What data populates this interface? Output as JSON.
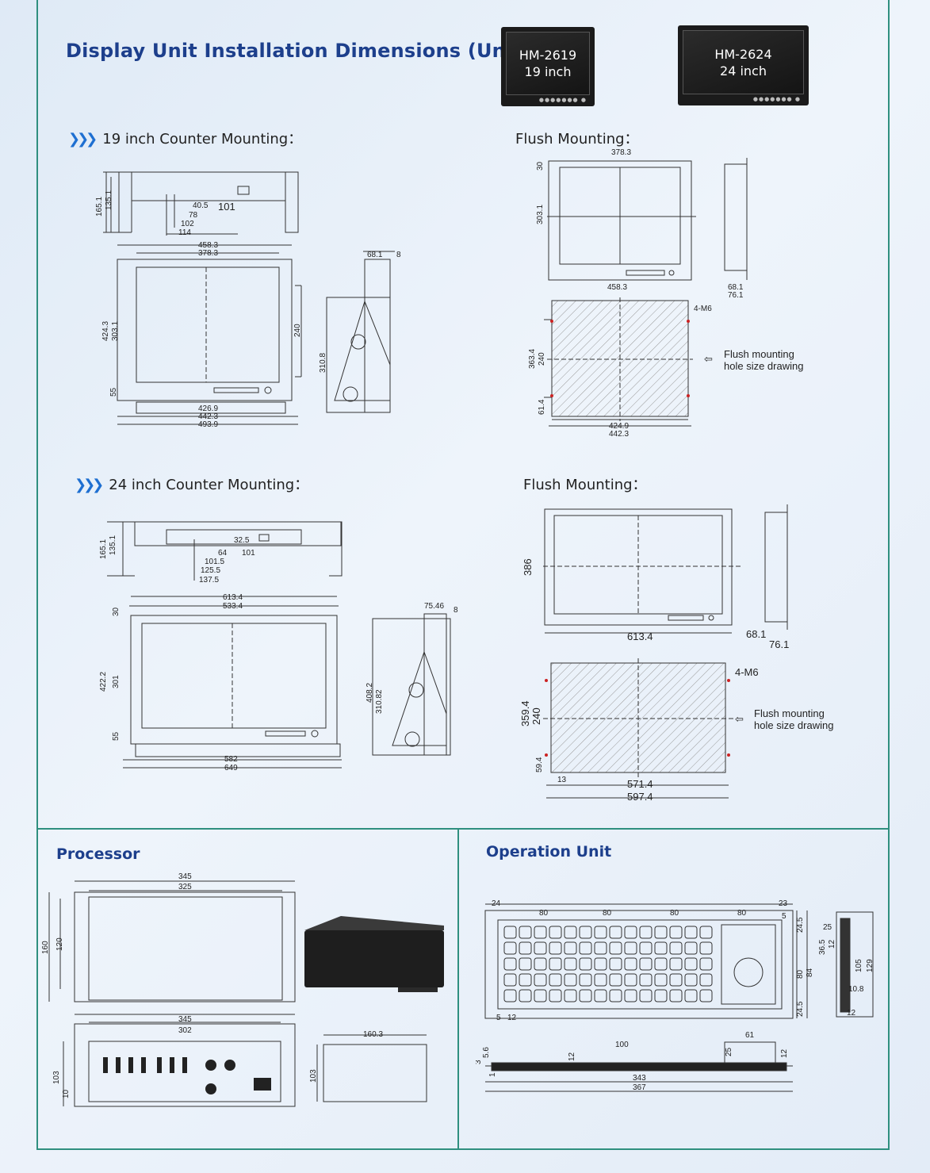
{
  "header": {
    "title": "Display Unit Installation Dimensions (Unit: mm)",
    "badges": [
      {
        "model": "HM-2619",
        "size": "19 inch"
      },
      {
        "model": "HM-2624",
        "size": "24 inch"
      }
    ]
  },
  "sections": {
    "s19_counter": "19 inch Counter Mounting：",
    "s19_flush": "Flush Mounting：",
    "s24_counter": "24 inch Counter Mounting：",
    "s24_flush": "Flush Mounting："
  },
  "dims19": {
    "side_h1": "165.1",
    "side_h2": "135.1",
    "d40": "40.5",
    "d101": "101",
    "d78": "78",
    "d102": "102",
    "d114": "114",
    "front_w1": "458.3",
    "front_w2": "378.3",
    "front_h1": "424.3",
    "front_h2": "303.1",
    "front_h3": "240",
    "front_b": "55",
    "bot1": "426.9",
    "bot2": "442.3",
    "bot3": "493.9",
    "depth1": "68.1",
    "depth2": "8",
    "depth_h": "310.8"
  },
  "flush19": {
    "w_top": "378.3",
    "h_left": "303.1",
    "h_top": "30",
    "w_bot": "458.3",
    "d1": "68.1",
    "d2": "76.1",
    "m6": "4-M6",
    "h1": "363.4",
    "h2": "240",
    "h3": "61.4",
    "w1": "424.9",
    "w2": "442.3",
    "note1": "Flush mounting",
    "note2": "hole size drawing"
  },
  "dims24": {
    "side_h1": "165.1",
    "side_h2": "135.1",
    "d32": "32.5",
    "d64": "64",
    "d101": "101",
    "d101b": "101.5",
    "d125": "125.5",
    "d137": "137.5",
    "front_w1": "613.4",
    "front_w2": "533.4",
    "front_top": "30",
    "front_h1": "422.2",
    "front_h2": "301",
    "front_b": "55",
    "bot1": "582",
    "bot2": "649",
    "depth1": "75.46",
    "depth2": "8",
    "depth_h1": "408.2",
    "depth_h2": "310.82"
  },
  "flush24": {
    "h": "386",
    "w": "613.4",
    "d1": "68.1",
    "d2": "76.1",
    "m6": "4-M6",
    "h1": "359.4",
    "h2": "240",
    "h3": "59.4",
    "d13": "13",
    "w1": "571.4",
    "w2": "597.4",
    "note1": "Flush mounting",
    "note2": "hole size drawing"
  },
  "processor": {
    "title": "Processor",
    "w1": "345",
    "w2": "325",
    "h1": "160",
    "h2": "120",
    "w3": "345",
    "w4": "302",
    "h3": "103",
    "h4": "10",
    "d1": "160.3",
    "h5": "103"
  },
  "operation": {
    "title": "Operation Unit",
    "d24": "24",
    "d23": "23",
    "d80a": "80",
    "d80b": "80",
    "d80c": "80",
    "d80d": "80",
    "d5a": "5",
    "d24_5a": "24.5",
    "d80": "80",
    "d24_5b": "24.5",
    "d84": "84",
    "d5b": "5",
    "d12": "12",
    "side25": "25",
    "side36": "36.5",
    "side105": "105",
    "side129": "129",
    "side10": "10.8",
    "side12": "12",
    "side1": "12",
    "b100": "100",
    "b61": "61",
    "b3": "3",
    "b5_6": "5.6",
    "b12": "12",
    "b25": "25",
    "b12b": "12",
    "b343": "343",
    "b367": "367",
    "b1": "1"
  }
}
